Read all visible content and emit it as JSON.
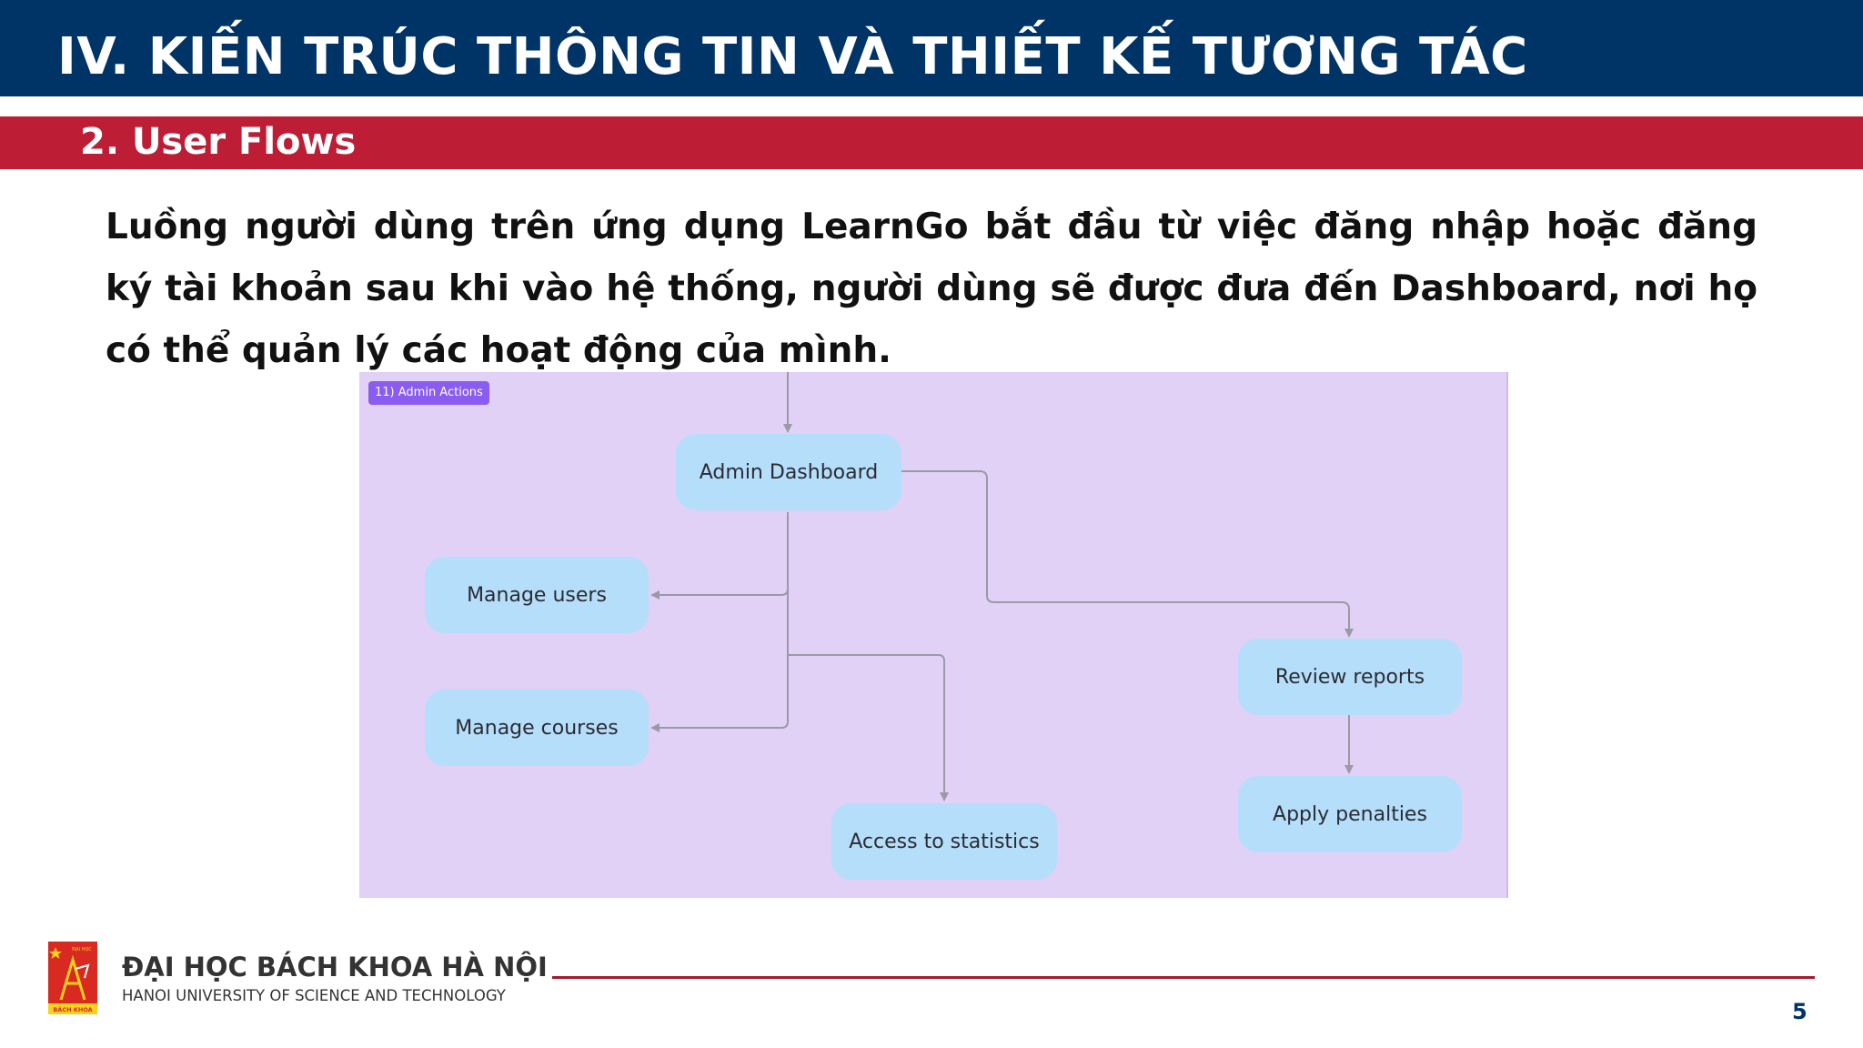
{
  "slide": {
    "title": "IV. KIẾN TRÚC THÔNG TIN VÀ THIẾT KẾ TƯƠNG TÁC",
    "subtitle": "2. User Flows",
    "paragraph": "Luồng người dùng trên ứng dụng LearnGo bắt đầu từ việc đăng nhập hoặc đăng ký tài khoản sau khi vào hệ thống, người dùng sẽ được đưa đến Dashboard, nơi họ có thể quản lý các hoạt động của mình."
  },
  "diagram": {
    "frame_label": "11) Admin Actions",
    "nodes": {
      "admin_dashboard": "Admin Dashboard",
      "manage_users": "Manage users",
      "manage_courses": "Manage courses",
      "access_statistics": "Access to statistics",
      "review_reports": "Review reports",
      "apply_penalties": "Apply penalties"
    }
  },
  "footer": {
    "university_vi": "ĐẠI HỌC BÁCH KHOA HÀ NỘI",
    "university_en": "HANOI UNIVERSITY OF SCIENCE AND TECHNOLOGY",
    "logo_top_text": "ĐẠI HỌC",
    "logo_bottom_text": "BÁCH KHOA",
    "page_number": "5"
  },
  "colors": {
    "title_bar": "#003366",
    "subtitle_bar": "#be1e35",
    "diagram_background": "#e1d1f6",
    "node_fill": "#b5defa",
    "frame_tag": "#8a5cf0"
  }
}
